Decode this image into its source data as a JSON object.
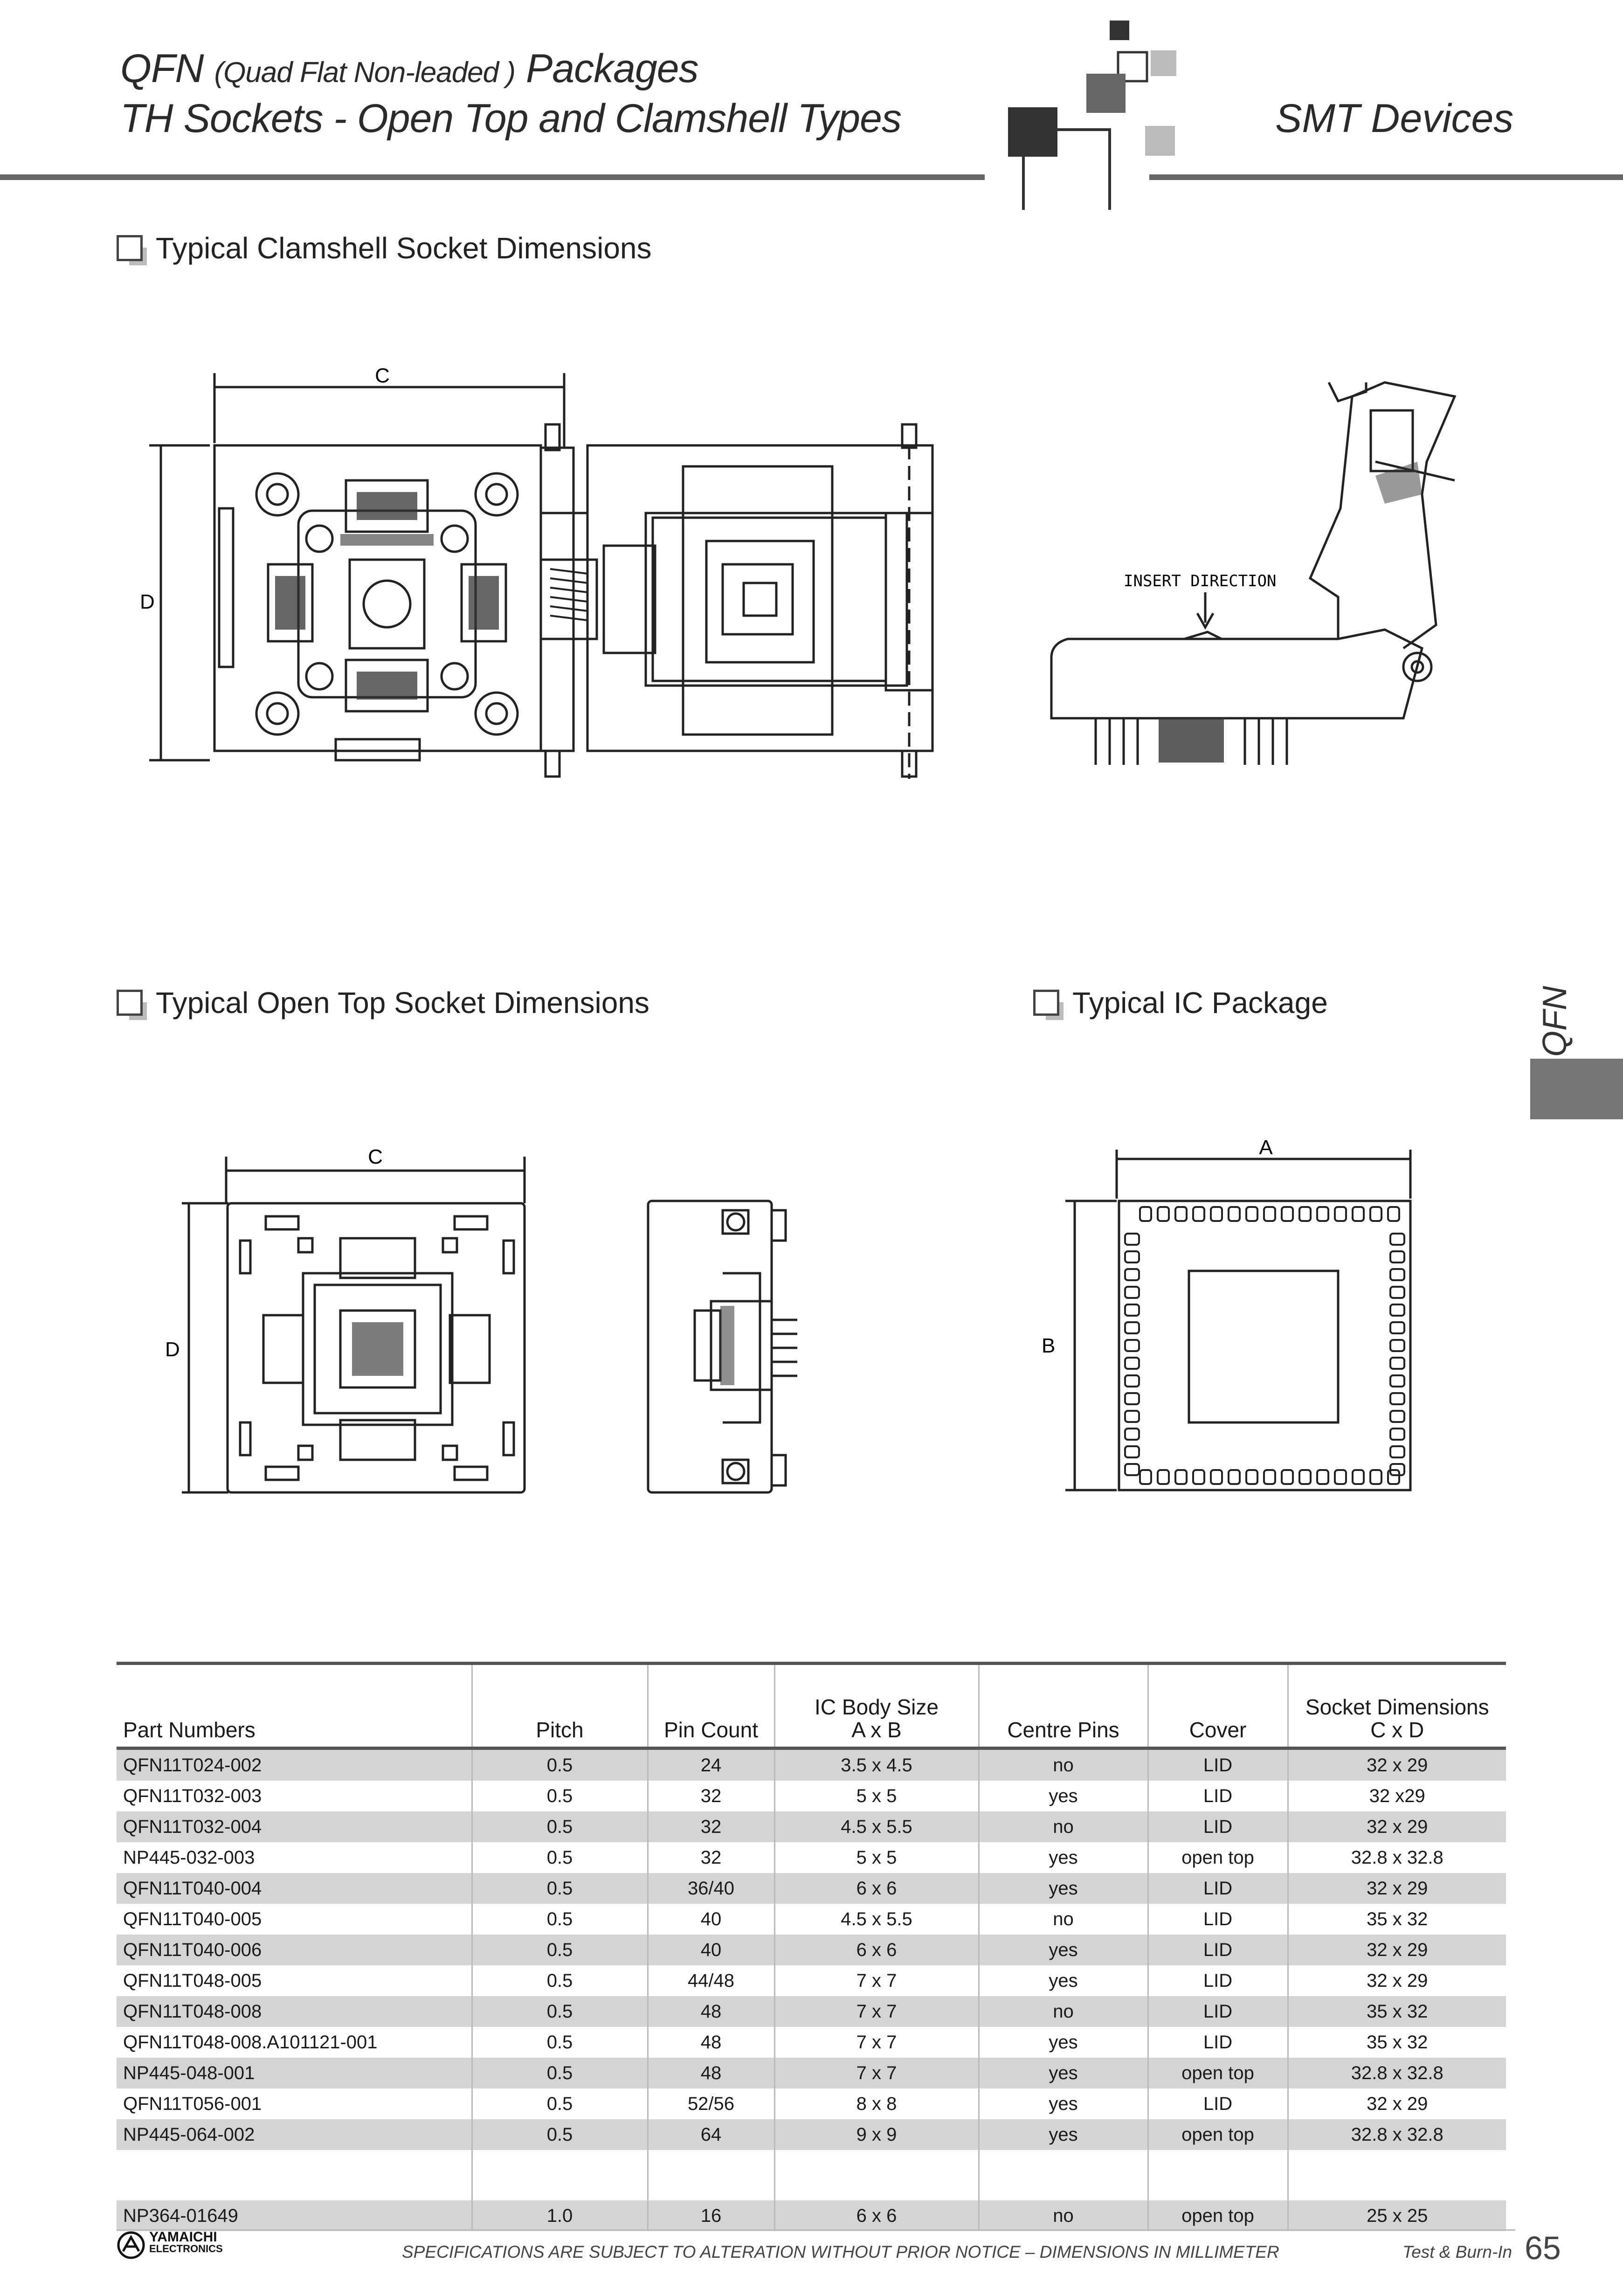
{
  "header": {
    "title_main": "QFN",
    "title_paren": "(Quad Flat Non-leaded )",
    "title_tail": "Packages",
    "subtitle": "TH Sockets - Open Top and Clamshell Types",
    "category": "SMT Devices"
  },
  "side_tab": "QFN",
  "sections": {
    "clamshell": "Typical Clamshell Socket Dimensions",
    "open_top": "Typical Open Top Socket Dimensions",
    "ic_package": "Typical IC Package"
  },
  "drawings": {
    "clamshell": {
      "dim_c": "C",
      "dim_d": "D",
      "insert_label": "INSERT DIRECTION"
    },
    "open_top": {
      "dim_c": "C",
      "dim_d": "D"
    },
    "ic": {
      "dim_a": "A",
      "dim_b": "B"
    }
  },
  "table": {
    "headers": {
      "part": "Part Numbers",
      "pitch": "Pitch",
      "pins": "Pin Count",
      "body_1": "IC Body Size",
      "body_2": "A x B",
      "centre": "Centre Pins",
      "cover": "Cover",
      "sock_1": "Socket Dimensions",
      "sock_2": "C x D"
    },
    "rows": [
      [
        "QFN11T024-002",
        "0.5",
        "24",
        "3.5 x 4.5",
        "no",
        "LID",
        "32 x 29"
      ],
      [
        "QFN11T032-003",
        "0.5",
        "32",
        "5 x 5",
        "yes",
        "LID",
        "32 x29"
      ],
      [
        "QFN11T032-004",
        "0.5",
        "32",
        "4.5 x 5.5",
        "no",
        "LID",
        "32 x 29"
      ],
      [
        "NP445-032-003",
        "0.5",
        "32",
        "5 x 5",
        "yes",
        "open top",
        "32.8 x 32.8"
      ],
      [
        "QFN11T040-004",
        "0.5",
        "36/40",
        "6 x 6",
        "yes",
        "LID",
        "32 x 29"
      ],
      [
        "QFN11T040-005",
        "0.5",
        "40",
        "4.5 x 5.5",
        "no",
        "LID",
        "35 x 32"
      ],
      [
        "QFN11T040-006",
        "0.5",
        "40",
        "6 x 6",
        "yes",
        "LID",
        "32 x 29"
      ],
      [
        "QFN11T048-005",
        "0.5",
        "44/48",
        "7 x 7",
        "yes",
        "LID",
        "32 x 29"
      ],
      [
        "QFN11T048-008",
        "0.5",
        "48",
        "7 x 7",
        "no",
        "LID",
        "35 x 32"
      ],
      [
        "QFN11T048-008.A101121-001",
        "0.5",
        "48",
        "7 x 7",
        "yes",
        "LID",
        "35 x 32"
      ],
      [
        "NP445-048-001",
        "0.5",
        "48",
        "7 x 7",
        "yes",
        "open top",
        "32.8 x 32.8"
      ],
      [
        "QFN11T056-001",
        "0.5",
        "52/56",
        "8 x 8",
        "yes",
        "LID",
        "32 x 29"
      ],
      [
        "NP445-064-002",
        "0.5",
        "64",
        "9 x 9",
        "yes",
        "open top",
        "32.8 x 32.8"
      ]
    ],
    "last_row": [
      "NP364-01649",
      "1.0",
      "16",
      "6 x 6",
      "no",
      "open top",
      "25 x 25"
    ]
  },
  "footer": {
    "logo_line1": "YAMAICHI",
    "logo_line2": "ELECTRONICS",
    "notice": "SPECIFICATIONS ARE SUBJECT TO ALTERATION WITHOUT PRIOR NOTICE  –  DIMENSIONS IN MILLIMETER",
    "section": "Test & Burn-In",
    "page": "65"
  }
}
